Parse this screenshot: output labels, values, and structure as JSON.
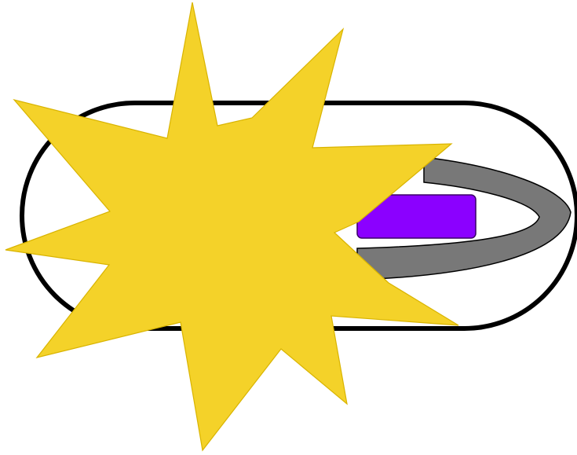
{
  "colors": {
    "background": "#ffffff",
    "capsule_fill": "#ffffff",
    "capsule_stroke": "#000000",
    "arc_fill": "#787878",
    "arc_stroke": "#000000",
    "rectangle_fill": "#8b00ff",
    "rectangle_stroke": "#3a0066",
    "burst_fill": "#f4d229",
    "burst_stroke": "#d9b400"
  },
  "shapes": {
    "capsule": "rounded-rectangle",
    "arc": "gray-crescent-arc",
    "rectangle": "purple-rounded-rectangle",
    "burst": "yellow-star-burst"
  }
}
